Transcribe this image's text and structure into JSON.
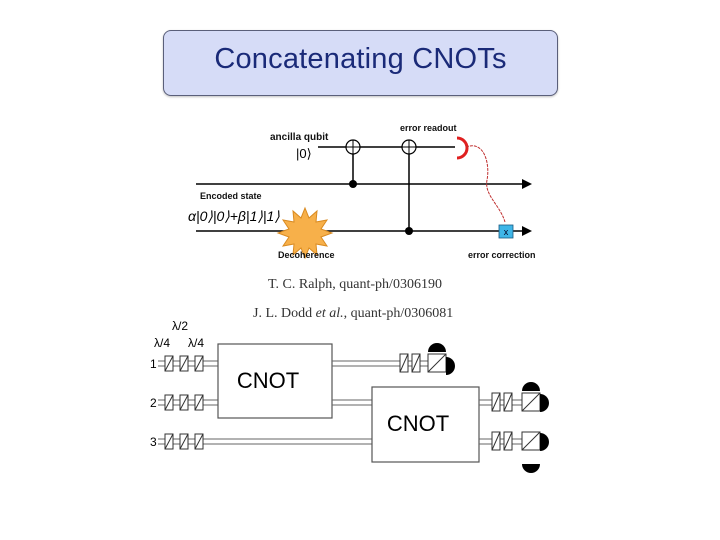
{
  "slide": {
    "title": "Concatenating CNOTs"
  },
  "circuit": {
    "ancilla_label": "ancilla qubit",
    "ancilla_ket": "|0⟩",
    "error_readout_label": "error readout",
    "encoded_state_label": "Encoded state",
    "encoded_state_formula": "α|0⟩|0⟩+β|1⟩|1⟩",
    "decoherence_label": "Decoherence",
    "correction_box_label": "x",
    "error_correction_label": "error correction"
  },
  "citations": {
    "ralph": "T. C. Ralph, quant-ph/0306190",
    "dodd_prefix": "J. L. Dodd ",
    "dodd_etal": "et al.",
    "dodd_suffix": ", quant-ph/0306081"
  },
  "optics": {
    "half_wave_label": "λ/2",
    "quarter_wave_left": "λ/4",
    "quarter_wave_right": "λ/4",
    "mode_1": "1",
    "mode_2": "2",
    "mode_3": "3",
    "cnot_top": "CNOT",
    "cnot_bottom": "CNOT"
  }
}
